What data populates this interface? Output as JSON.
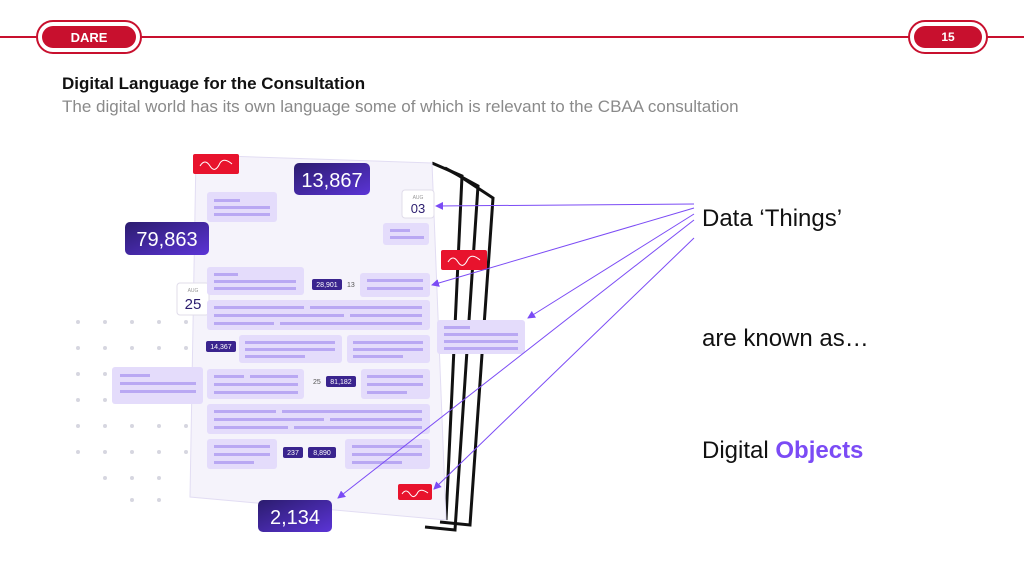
{
  "header": {
    "brand": "DARE",
    "page_number": "15"
  },
  "title": "Digital Language for the Consultation",
  "subtitle": "The digital world has its own language some of which is relevant to the CBAA consultation",
  "right_labels": {
    "data_things": "Data ‘Things’",
    "known_as": "are known as…",
    "digital": "Digital",
    "objects": "Objects"
  },
  "illustration": {
    "numbers": {
      "n13867": "13,867",
      "n79863": "79,863",
      "n2134": "2,134",
      "n03": "03",
      "n25": "25",
      "n28901": "28,901",
      "n13": "13",
      "n14367": "14,367",
      "n25b": "25",
      "n81182": "81,182",
      "n237": "237",
      "n8890": "8,890"
    },
    "small_caption": "AUG"
  },
  "colors": {
    "brand_red": "#c8102e",
    "accent_purple": "#7b4bf5",
    "card_lavender": "#e4dcfb",
    "dark_purple": "#2d1a78"
  }
}
